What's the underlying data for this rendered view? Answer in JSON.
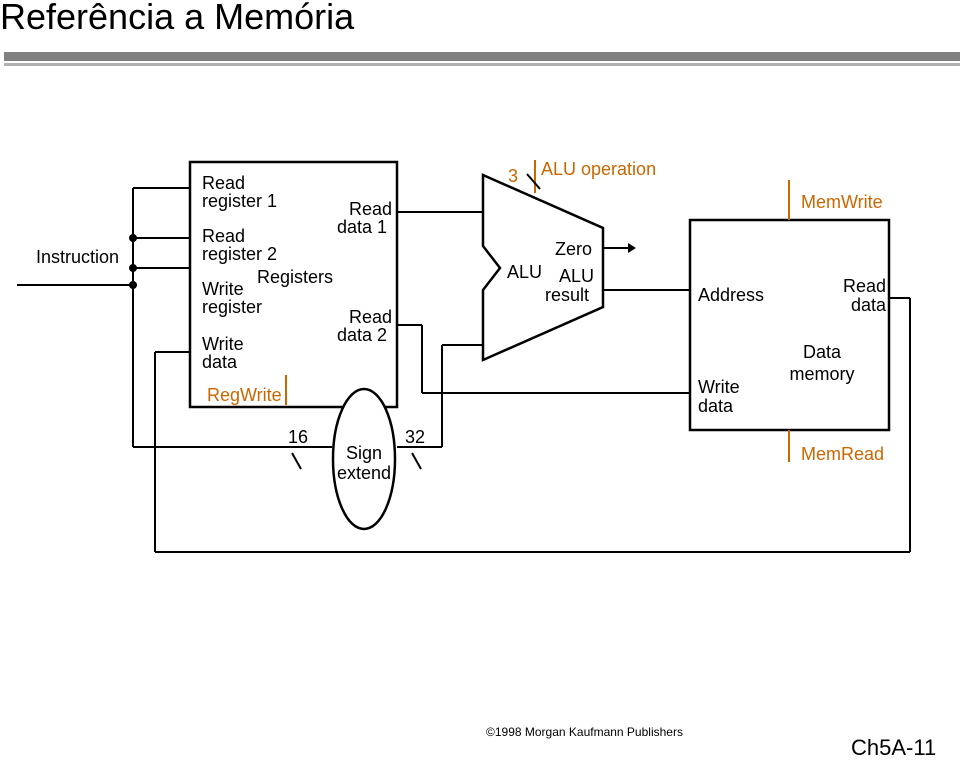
{
  "title": "Referência a Memória",
  "diagram": {
    "instruction": "Instruction",
    "registers": {
      "read_register_1": [
        "Read",
        "register 1"
      ],
      "read_register_2": [
        "Read",
        "register 2"
      ],
      "write_register": [
        "Write",
        "register"
      ],
      "write_data": [
        "Write",
        "data"
      ],
      "name": "Registers",
      "read_data_1": [
        "Read",
        "data 1"
      ],
      "read_data_2": [
        "Read",
        "data 2"
      ],
      "regwrite": "RegWrite"
    },
    "sign_extend": {
      "label": [
        "Sign",
        "extend"
      ],
      "in_width": "16",
      "out_width": "32"
    },
    "alu": {
      "op_width": "3",
      "operation": "ALU operation",
      "name": "ALU",
      "zero": "Zero",
      "result": [
        "ALU",
        "result"
      ]
    },
    "data_memory": {
      "memwrite": "MemWrite",
      "address": "Address",
      "write_data": [
        "Write",
        "data"
      ],
      "read_data": [
        "Read",
        "data"
      ],
      "name": [
        "Data",
        "memory"
      ],
      "memread": "MemRead"
    }
  },
  "footer": {
    "copyright": "©1998 Morgan Kaufmann Publishers",
    "slide": "Ch5A-11"
  },
  "colors": {
    "control": "#cc6600",
    "rule": "#808080"
  }
}
